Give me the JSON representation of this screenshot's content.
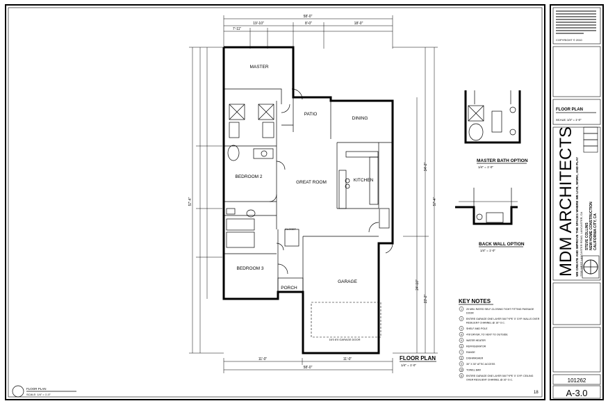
{
  "rooms": {
    "master": "MASTER",
    "bedroom2": "BEDROOM 2",
    "bedroom3": "BEDROOM 3",
    "great_room": "GREAT ROOM",
    "kitchen": "KITCHEN",
    "dining": "DINING",
    "patio": "PATIO",
    "porch": "PORCH",
    "garage": "GARAGE",
    "closet": "CLOSET"
  },
  "plan_labels": {
    "floor_plan": "FLOOR PLAN",
    "floor_plan_scale": "1/4\" = 1'-0\"",
    "garage_door": "16'0 8'0 GARAGE DOOR",
    "master_bath_option": "MASTER BATH OPTION",
    "master_bath_scale": "1/4\" = 1'-0\"",
    "back_wall_option": "BACK WALL OPTION",
    "back_wall_scale": "1/4\" = 1'-0\""
  },
  "dimensions": {
    "overall_top": "58'-0\"",
    "top_left": "19'-10\"",
    "top_mid": "8'-0\"",
    "top_right": "18'-0\"",
    "top_sub1": "7'-11\"",
    "overall_left": "57'-4\"",
    "overall_right": "57'-4\"",
    "bottom_left": "11'-0\"",
    "bottom_right": "11'-0\"",
    "bottom_overall": "58'-0\"",
    "garage_depth": "24'-10\"",
    "right_1": "34'-2\"",
    "right_2": "23'-2\""
  },
  "key_notes": {
    "title": "KEY NOTES",
    "items": [
      "20 MIN. RATED SELF-CLOSING TIGHT FITTING PASSAGE DOOR",
      "ENTIRE GARAGE ONE LAYER 5/8 TYPE 'X' GYP. WALLS OVER RESILIENT CHANNEL @ 16\" O.C.",
      "SHELF AND POLE",
      "4\"Ø DRYER, TO VENT TO OUTSIDE",
      "WATER HEATER",
      "REFRIGERATOR",
      "RANGE",
      "DISHWASHER",
      "30\" X 30\" ATTIC ACCESS",
      "TOWEL BAR",
      "ENTIRE GARAGE ONE LAYER 5/8 TYPE 'X' GYP. CEILING OVER RESILIENT CHANNEL @ 16\" O.C."
    ]
  },
  "title_block": {
    "copyright": "COPYRIGHT © 2010",
    "sheet_title": "FLOOR PLAN",
    "sheet_scale": "SCALE: 1/4\" = 1'-0\"",
    "firm": "MDM ARCHITECTS",
    "tagline": "WE CREATE AND IMPROVE THE SPACES WHERE WE LIVE, WORK, AND PLAY",
    "address": "7795 WEST LANCASTER ROAD, LANCASTER, CA",
    "project_1": "STEVE COLLINS",
    "project_2": "NEW HOME CONSTRUCTION",
    "project_3": "CALIFORNIA CITY, CA",
    "job_number": "101262",
    "sheet_number": "A-3.0"
  },
  "footer": {
    "label": "FLOOR PLAN",
    "scale": "SCALE: 1/4\" = 1'-0\"",
    "page_mark": "18"
  }
}
